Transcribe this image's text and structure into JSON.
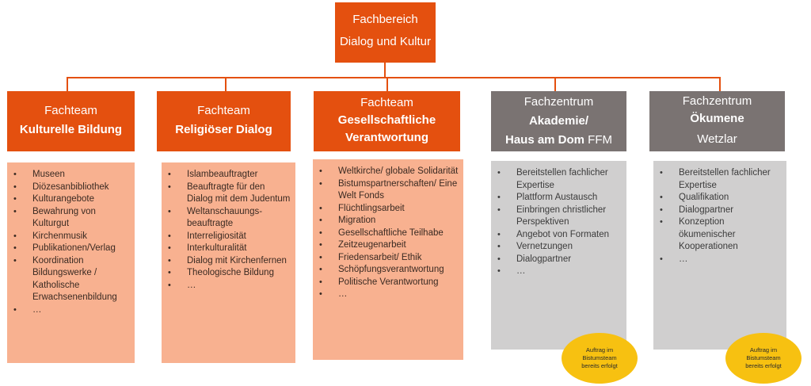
{
  "top": {
    "line1": "Fachbereich",
    "line2": "Dialog und Kultur"
  },
  "colors": {
    "orange": "#e4500f",
    "gray": "#7a7372",
    "orange_panel": "#f8b190",
    "gray_panel": "#d0cfcf",
    "badge": "#f7c111"
  },
  "columns": [
    {
      "title1": "Fachteam",
      "title2": "Kulturelle Bildung",
      "items": [
        "Museen",
        "Diözesanbibliothek",
        "Kulturangebote",
        "Bewahrung von Kulturgut",
        "Kirchenmusik",
        "Publikationen/Verlag",
        "Koordination Bildungswerke / Katholische Erwachsenenbildung",
        "…"
      ]
    },
    {
      "title1": "Fachteam",
      "title2": "Religiöser Dialog",
      "items": [
        "Islambeauftragter",
        "Beauftragte für den Dialog mit dem Judentum",
        "Weltanschauungs-beauftragte",
        "Interreligiosität",
        "Interkulturalität",
        "Dialog mit Kirchenfernen",
        "Theologische Bildung",
        "…"
      ]
    },
    {
      "title1": "Fachteam",
      "title2": "Gesellschaftliche Verantwortung",
      "items": [
        "Weltkirche/ globale Solidarität",
        "Bistumspartnerschaften/ Eine Welt Fonds",
        "Flüchtlingsarbeit",
        "Migration",
        "Gesellschaftliche Teilhabe",
        "Zeitzeugenarbeit",
        "Friedensarbeit/ Ethik",
        "Schöpfungsverantwortung",
        "Politische Verantwortung",
        "…"
      ]
    },
    {
      "title1": "Fachzentrum",
      "title2": "Akademie/",
      "title3a": "Haus am Dom",
      "title3b": " FFM",
      "items": [
        "Bereitstellen fachlicher Expertise",
        "Plattform Austausch",
        "Einbringen christlicher Perspektiven",
        "Angebot von Formaten",
        "Vernetzungen",
        "Dialogpartner",
        "…"
      ],
      "badge": {
        "line1": "Auftrag im",
        "line2": "Bistumsteam",
        "line3": "bereits erfolgt"
      }
    },
    {
      "title1": "Fachzentrum",
      "title2": "Ökumene",
      "title3": "Wetzlar",
      "items": [
        "Bereitstellen fachlicher Expertise",
        "Qualifikation",
        "Dialogpartner",
        "Konzeption ökumenischer Kooperationen",
        "…"
      ],
      "badge": {
        "line1": "Auftrag im",
        "line2": "Bistumsteam",
        "line3": "bereits erfolgt"
      }
    }
  ]
}
